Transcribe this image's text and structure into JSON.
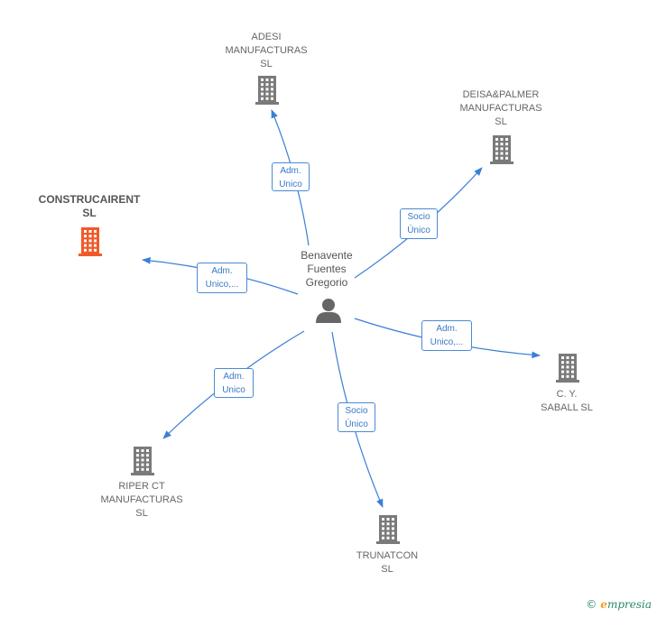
{
  "center": {
    "label": "Benavente\nFuentes\nGregorio"
  },
  "nodes": [
    {
      "id": "adesi",
      "label": "ADESI\nMANUFACTURAS\nSL",
      "highlight": false
    },
    {
      "id": "deisa",
      "label": "DEISA&PALMER\nMANUFACTURAS\nSL",
      "highlight": false
    },
    {
      "id": "construcairent",
      "label": "CONSTRUCAIRENT\nSL",
      "highlight": true
    },
    {
      "id": "cysaball",
      "label": "C. Y.\nSABALL  SL",
      "highlight": false
    },
    {
      "id": "riper",
      "label": "RIPER CT\nMANUFACTURAS\nSL",
      "highlight": false
    },
    {
      "id": "trunatcon",
      "label": "TRUNATCON\nSL",
      "highlight": false
    }
  ],
  "edges": [
    {
      "to": "adesi",
      "label": "Adm.\nUnico"
    },
    {
      "to": "deisa",
      "label": "Socio\nÚnico"
    },
    {
      "to": "construcairent",
      "label": "Adm.\nUnico,..."
    },
    {
      "to": "cysaball",
      "label": "Adm.\nUnico,..."
    },
    {
      "to": "riper",
      "label": "Adm.\nUnico"
    },
    {
      "to": "trunatcon",
      "label": "Socio\nÚnico"
    }
  ],
  "colors": {
    "edge": "#3a7fd5",
    "building": "#7a7a7a",
    "building_highlight": "#f05a28",
    "person": "#666666"
  },
  "footer": {
    "copyright": "©",
    "brand_initial": "e",
    "brand_rest": "mpresia"
  }
}
